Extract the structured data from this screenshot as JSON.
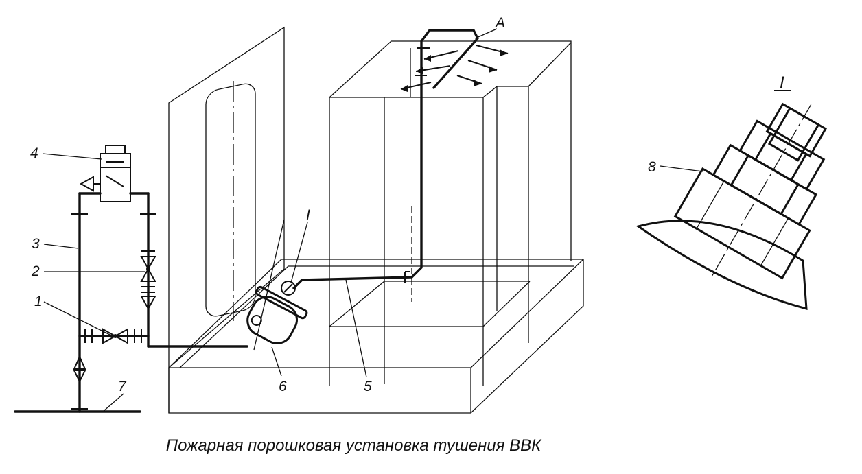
{
  "caption": "Пожарная порошковая установка тушения ВВК",
  "labels": {
    "l1": "1",
    "l2": "2",
    "l3": "3",
    "l4": "4",
    "l5": "5",
    "l6": "6",
    "l7": "7",
    "l8": "8",
    "lA": "A",
    "lI_main": "I",
    "lI_detail": "I"
  }
}
